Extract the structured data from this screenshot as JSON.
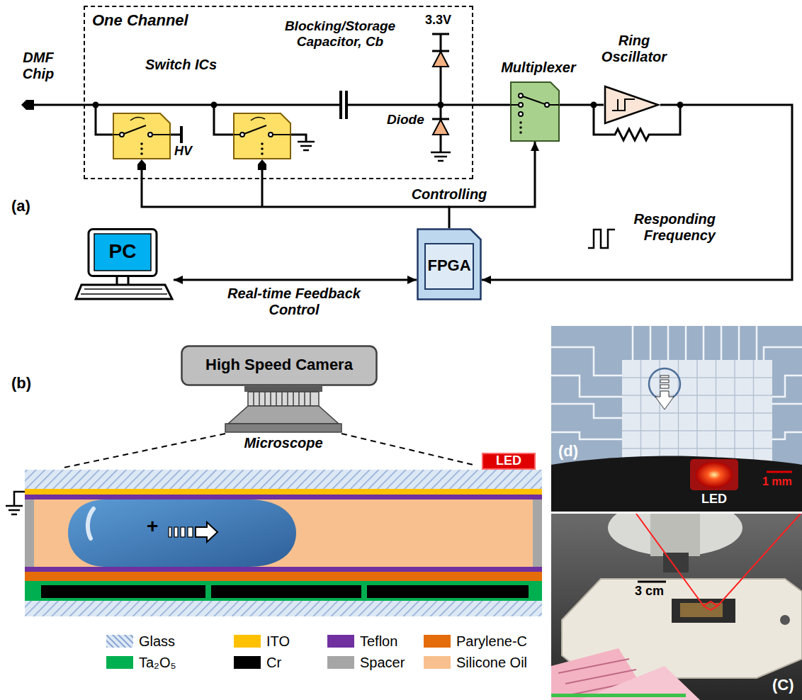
{
  "diagram": {
    "nodes": [
      {
        "text": [
          "One Channel"
        ]
      },
      {
        "text": [
          "Multiplexer"
        ]
      },
      {
        "text": [
          "Ring Oscillator"
        ]
      },
      {
        "text": [
          "FPGA"
        ]
      },
      {
        "text": [
          "PC"
        ]
      },
      {
        "text": [
          "High Speed Camera"
        ]
      },
      {
        "text": [
          "LED"
        ]
      },
      {
        "text": [
          "(d)",
          "1 mm",
          "LED"
        ]
      },
      {
        "text": [
          "3 cm",
          "(C)"
        ]
      }
    ],
    "edges": [
      {
        "from": 4,
        "to": 3,
        "arrow": "both",
        "label": "Real-time Feedback Control"
      },
      {
        "from": 3,
        "to": 1,
        "arrow": "to",
        "label": "Controlling"
      },
      {
        "from": 1,
        "to": 2,
        "arrow": "none"
      },
      {
        "from": 2,
        "to": 3,
        "arrow": "to",
        "label": "Responding Frequency"
      }
    ],
    "labels": [
      "DMF Chip",
      "Switch ICs",
      "HV",
      "Blocking/Storage Capacitor, Cb",
      "3.3V",
      "Diode",
      "(a)",
      "Microscope",
      "(b)",
      "+"
    ],
    "legend": [
      {
        "text": "Glass"
      },
      {
        "text": "ITO",
        "color": "#FFC000"
      },
      {
        "text": "Teflon",
        "color": "#7030A0"
      },
      {
        "text": "Parylene-C",
        "color": "#E46C0A"
      },
      {
        "text": "Ta₂O₅",
        "color": "#00B050"
      },
      {
        "text": "Cr",
        "color": "#000000"
      },
      {
        "text": "Spacer",
        "color": "#A6A6A6"
      },
      {
        "text": "Silicone Oil",
        "color": "#F8C08E"
      }
    ]
  }
}
